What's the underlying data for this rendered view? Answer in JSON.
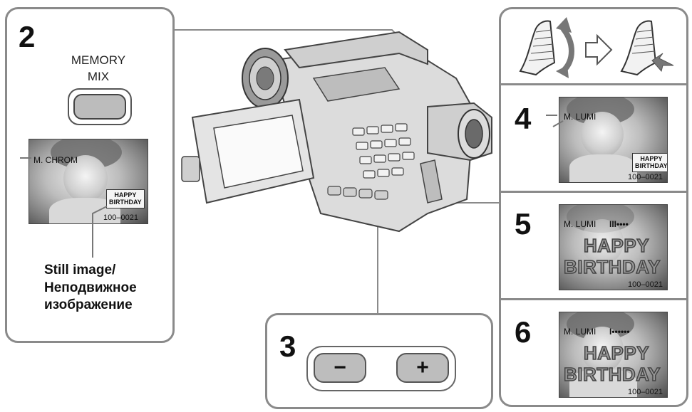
{
  "step2": {
    "number": "2",
    "button_label_line1": "MEMORY",
    "button_label_line2": "MIX",
    "screen_mode": "M. CHROM",
    "card_line1": "HAPPY",
    "card_line2": "BIRTHDAY",
    "counter": "100–0021",
    "caption_line1": "Still image/",
    "caption_line2": "Неподвижное",
    "caption_line3": "изображение"
  },
  "step3": {
    "number": "3",
    "minus_label": "−",
    "plus_label": "+"
  },
  "step4": {
    "number": "4",
    "screen_mode": "M. LUMI",
    "card_line1": "HAPPY",
    "card_line2": "BIRTHDAY",
    "counter": "100–0021"
  },
  "step5": {
    "number": "5",
    "screen_mode": "M. LUMI",
    "level_bar": "III••••",
    "title_line1": "HAPPY",
    "title_line2": "BIRTHDAY",
    "counter": "100–0021"
  },
  "step6": {
    "number": "6",
    "screen_mode": "M. LUMI",
    "level_bar": "I••••••",
    "title_line1": "HAPPY",
    "title_line2": "BIRTHDAY",
    "counter": "100–0021"
  },
  "icons": {
    "cassette_insert": "cassette-insert-icon",
    "next_arrow": "right-arrow-outline-icon",
    "camcorder": "camcorder-icon"
  }
}
